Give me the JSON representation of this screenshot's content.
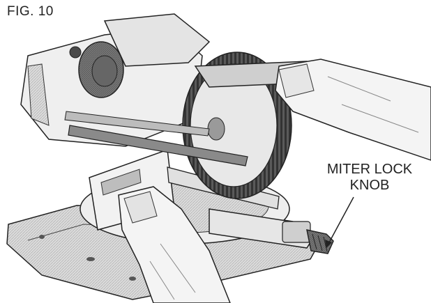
{
  "figure": {
    "label": "FIG. 10"
  },
  "callouts": [
    {
      "line1": "MITER LOCK",
      "line2": "KNOB"
    }
  ],
  "colors": {
    "ink": "#222222",
    "mid": "#9a9a9a",
    "light": "#d8d8d8",
    "dark": "#4a4a4a"
  }
}
